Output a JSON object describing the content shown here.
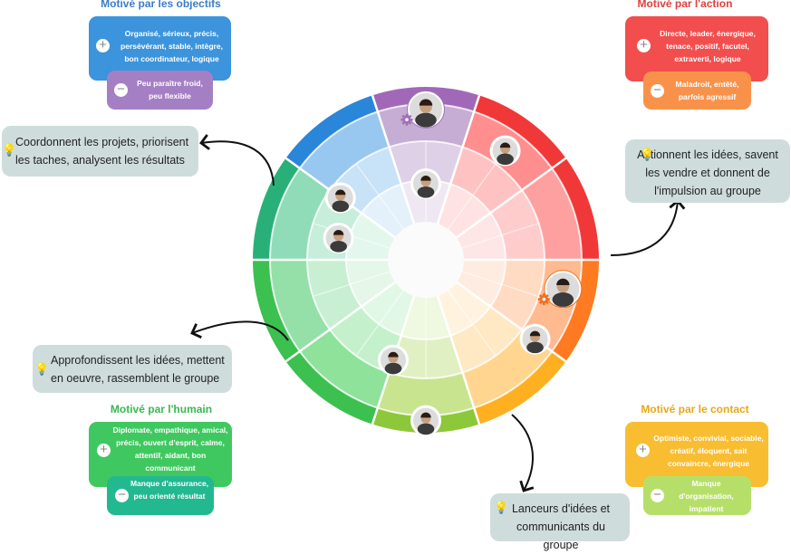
{
  "colors": {
    "objectifs": "#3c8fd8",
    "action": "#f04848",
    "humain": "#3cc060",
    "contact": "#f8b828",
    "minus_objectifs": "#a07cc0",
    "minus_action": "#f89048",
    "minus_humain": "#20b890",
    "minus_contact": "#b8e068"
  },
  "quadrants": {
    "objectifs": {
      "title_prefix": "Motivé ",
      "title_highlight": "par les objectifs",
      "plus_text": "Organisé, sérieux, précis, persévérant, stable, intègre, bon coordinateur, logique",
      "minus_text": "Peu paraître froid, peu flexible",
      "note": "Coordonnent les projets, priorisent les taches, analysent les résultats"
    },
    "action": {
      "title_prefix": "Motivé ",
      "title_highlight": "par l'action",
      "plus_text": "Directe, leader, énergique, tenace, positif, facutel, extraverti, logique",
      "minus_text": "Maladroit, entêté, parfois agressif",
      "note": "Actionnent les idées, savent les vendre et donnent de l'impulsion au groupe"
    },
    "humain": {
      "title_prefix": "Motivé ",
      "title_highlight": "par l'humain",
      "plus_text": "Diplomate, empathique, amical, précis, ouvert d'esprit, calme, attentif, aidant, bon communicant",
      "minus_text": "Manque d'assurance, peu orienté résultat",
      "note": "Approfondissent les idées, mettent en oeuvre, rassemblent le groupe"
    },
    "contact": {
      "title_prefix": "Motivé ",
      "title_highlight": "par le contact",
      "plus_text": "Optimiste, convivial, sociable, créatif, éloquent, sait convaincre, énergique",
      "minus_text": "Manque d'organisation, impatient",
      "note": "Lanceurs d'idées et communicants du groupe"
    }
  },
  "icons": {
    "plus": "plus-icon",
    "minus": "minus-icon",
    "note": "lightbulb-icon",
    "member": "avatar-icon",
    "gear": "gear-icon"
  },
  "symbols": {
    "plus": "+",
    "minus": "−",
    "bulb": "💡"
  },
  "team": [
    {
      "angle": 0,
      "radius": 0.87,
      "ring": "#a070b8",
      "highlight": true
    },
    {
      "angle": 36,
      "radius": 0.78
    },
    {
      "angle": 0,
      "radius": 0.44
    },
    {
      "angle": 306,
      "radius": 0.61
    },
    {
      "angle": 284,
      "radius": 0.52
    },
    {
      "angle": 102,
      "radius": 0.81,
      "ring": "#f07020",
      "highlight": true
    },
    {
      "angle": 126,
      "radius": 0.78
    },
    {
      "angle": 198,
      "radius": 0.61
    },
    {
      "angle": 180,
      "radius": 0.93
    }
  ]
}
